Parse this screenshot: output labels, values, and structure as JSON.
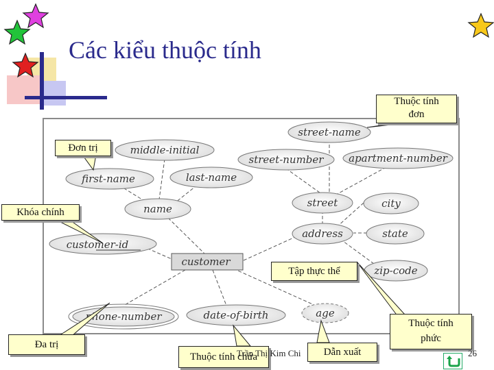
{
  "slide": {
    "title": "Các kiểu thuộc tính",
    "footer": "Trần Thị Kim Chi",
    "page_number": "26"
  },
  "diagram": {
    "entity": "customer",
    "attributes": {
      "street_name": "street-name",
      "middle_initial": "middle-initial",
      "street_number": "street-number",
      "apartment_number": "apartment-number",
      "first_name": "first-name",
      "last_name": "last-name",
      "name": "name",
      "street": "street",
      "city": "city",
      "customer_id": "customer-id",
      "address": "address",
      "state": "state",
      "zip_code": "zip-code",
      "phone_number": "phone-number",
      "date_of_birth": "date-of-birth",
      "age": "age"
    }
  },
  "callouts": {
    "simple_line1": "Thuộc tính",
    "simple_line2": "đơn",
    "single_valued": "Đơn trị",
    "primary_key": "Khóa chính",
    "entity_set": "Tập thực thể",
    "composite_line1": "Thuộc tính",
    "composite_line2": "phức",
    "multivalued": "Đa trị",
    "derived": "Dẫn xuất",
    "stored": "Thuộc tính chứa"
  },
  "icons": {
    "stars": [
      "star-magenta-icon",
      "star-green-icon",
      "star-red-icon",
      "star-yellow-icon"
    ],
    "nav": "return-arrow-icon"
  },
  "colors": {
    "title": "#2a2a8c",
    "callout_fill": "#ffffcc",
    "entity_fill": "#d9d9d9"
  }
}
